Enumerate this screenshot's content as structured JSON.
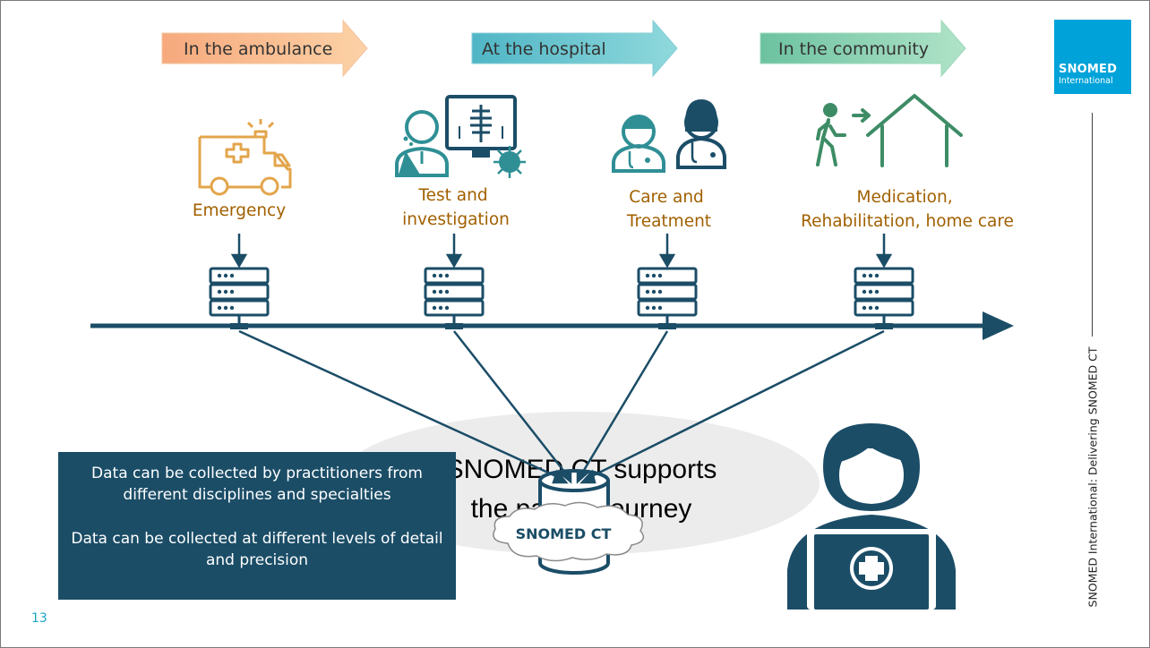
{
  "stages": [
    {
      "label": "In the ambulance",
      "color": "#f9b88f"
    },
    {
      "label": "At the hospital",
      "color": "#6cc6d1"
    },
    {
      "label": "In the community",
      "color": "#85cfb1"
    }
  ],
  "steps": [
    {
      "label_lines": [
        "Emergency"
      ],
      "icon": "ambulance-icon"
    },
    {
      "label_lines": [
        "Test and",
        "investigation"
      ],
      "icon": "lab-scientist-icon"
    },
    {
      "label_lines": [
        "Care and",
        "Treatment"
      ],
      "icon": "doctors-icon"
    },
    {
      "label_lines": [
        "Medication,",
        "Rehabilitation, home care"
      ],
      "icon": "walking-home-icon"
    }
  ],
  "center": {
    "title_line1": "SNOMED CT supports",
    "title_line2": "the patient journey",
    "database_label": "SNOMED CT"
  },
  "info_box": {
    "text1": "Data can be collected by practitioners from different disciplines and specialties",
    "text2": "Data can be collected at different levels of detail and precision"
  },
  "logo": {
    "line1": "SNOMED",
    "line2": "International"
  },
  "side_text": "SNOMED International:  Delivering SNOMED CT",
  "page_number": "13",
  "colors": {
    "dark_blue": "#1b4d67",
    "label_brown": "#a16000",
    "ambulance_orange": "#e3a54b",
    "teal": "#2f8f95",
    "green": "#3d8c66",
    "logo_blue": "#00a3d9"
  }
}
